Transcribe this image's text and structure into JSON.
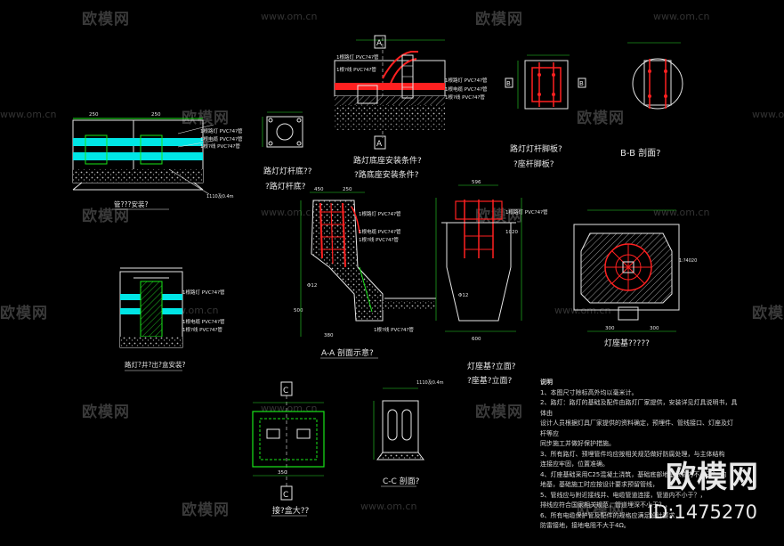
{
  "watermark": {
    "brand": "欧模网",
    "url": "www.om.cn"
  },
  "labels": {
    "pipe_title": "管???安装?",
    "lamp_base_plate": "路灯灯杆底??",
    "lamp_base_plate_sub": "?路灯杆底?",
    "lamp_embed_title": "路灯底座安装条件?",
    "lamp_embed_sub": "?路底座安装条件?",
    "foot_plate_title": "路灯灯杆脚板?",
    "foot_plate_sub": "?座杆脚板?",
    "bb_title": "B-B 剖面?",
    "junction_title": "路灯?井?出?盒安装?",
    "aa_title": "A-A 剖面示意?",
    "elevation_title": "灯座基?立面?",
    "elevation_sub": "?座基?立面?",
    "plan_title": "灯座基?????",
    "handhole_title": "接?盒大??",
    "cc_title": "C-C 剖面?",
    "sec_A": "A",
    "sec_B": "B",
    "sec_C": "C",
    "pvc_1": "1根路灯 PVC?4?管",
    "pvc_2": "1根电缆 PVC?4?管",
    "pvc_3": "1根?线 PVC?4?管",
    "dim_1110": "1110及0.4m",
    "dim_450": "450",
    "dim_250": "250",
    "dim_300": "300",
    "dim_350": "350",
    "dim_500": "500",
    "dim_600": "600",
    "dim_380": "380",
    "dim_596": "596",
    "dim_1020": "1020",
    "dim_912": "Φ12",
    "dim_hs": "1:?4020"
  },
  "notes": {
    "head": "说明",
    "lines": [
      "1、本图尺寸除标高外均以毫米计。",
      "2、路灯：路灯的基础及配件由路灯厂家提供，安装详见灯具说明书，具体由",
      "设计人员根据灯具厂家提供的资料确定，预埋件、管线接口、灯座及灯杆等应",
      "同步施工并做好保护措施。",
      "3、所有路灯、预埋管件均应按相关规范做好防腐处理，与主体结构",
      "连接应牢固，位置准确。",
      "4、灯座基础采用C25混凝土浇筑，基础底部地基承载力不小于？    的",
      "地基，基础施工时应按设计要求预留管线，",
      "5、管线应与附近接线井、电缆管道连接，管道内不小于？，",
      "排线应符合国家相关规范，管道埋深不小于？，",
      "6、所有电缆保护管及配件的规格应满足设计要求，",
      "防雷接地，接地电阻不大于4Ω。"
    ]
  },
  "brand": {
    "name": "欧模网",
    "id": "ID:1475270"
  },
  "colors": {
    "background": "#000000",
    "line_white": "#e6e6e6",
    "line_green": "#19e619",
    "rebar_red": "#ff2020",
    "cyan": "#00e5e5",
    "dim_green": "#2ad82a"
  }
}
